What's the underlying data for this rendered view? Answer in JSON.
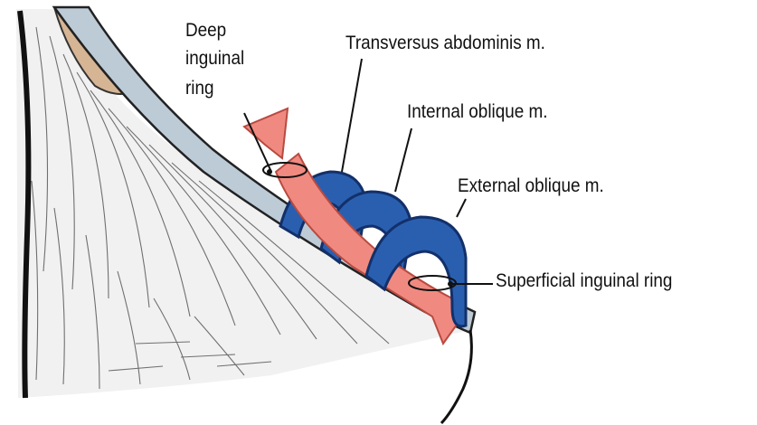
{
  "labels": {
    "deep_ring_line1": "Deep",
    "deep_ring_line2": "inguinal",
    "deep_ring_line3": "ring",
    "transversus": "Transversus abdominis m.",
    "internal_oblique": "Internal oblique m.",
    "external_oblique": "External oblique m.",
    "superficial_ring": "Superficial inguinal ring"
  },
  "colors": {
    "muscle_layer": "#2a5fb0",
    "muscle_dark": "#13306a",
    "cord_arrow": "#f08a80",
    "cord_outline": "#b94a40",
    "aponeurosis": "#bccbd6",
    "fiber_lines": "#3a3a3a",
    "tissue_fill": "#f0f0f0",
    "fat_pad": "#d6b594"
  }
}
